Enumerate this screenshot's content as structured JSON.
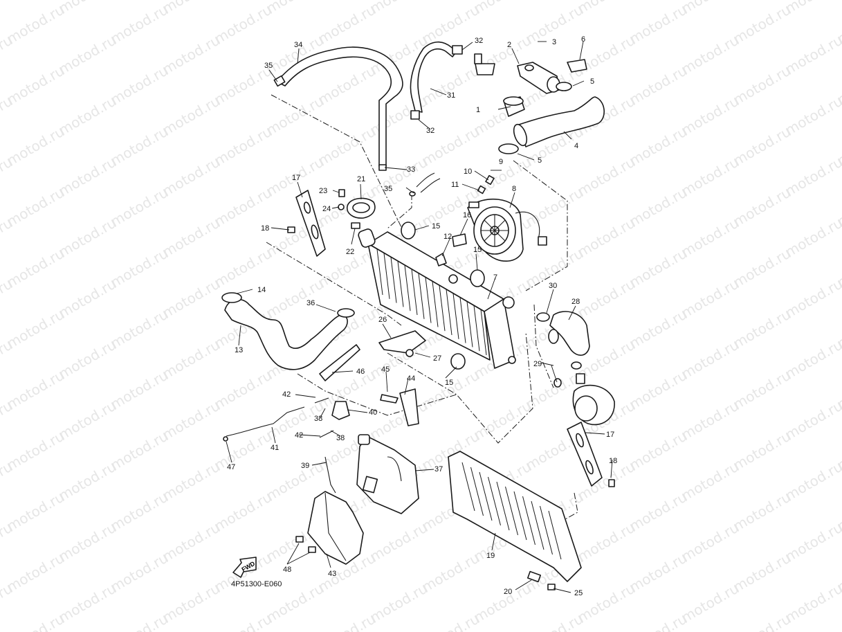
{
  "diagram": {
    "code": "4P51300-E060",
    "fwd_label": "FWD",
    "watermark": "motod.ru"
  },
  "callouts": [
    {
      "id": "p1",
      "label": "1"
    },
    {
      "id": "p2",
      "label": "2"
    },
    {
      "id": "p3",
      "label": "3"
    },
    {
      "id": "p4",
      "label": "4"
    },
    {
      "id": "p5a",
      "label": "5"
    },
    {
      "id": "p5b",
      "label": "5"
    },
    {
      "id": "p6",
      "label": "6"
    },
    {
      "id": "p7",
      "label": "7"
    },
    {
      "id": "p8",
      "label": "8"
    },
    {
      "id": "p9",
      "label": "9"
    },
    {
      "id": "p10",
      "label": "10"
    },
    {
      "id": "p11",
      "label": "11"
    },
    {
      "id": "p12",
      "label": "12"
    },
    {
      "id": "p13",
      "label": "13"
    },
    {
      "id": "p14",
      "label": "14"
    },
    {
      "id": "p15a",
      "label": "15"
    },
    {
      "id": "p15b",
      "label": "15"
    },
    {
      "id": "p15c",
      "label": "15"
    },
    {
      "id": "p16",
      "label": "16"
    },
    {
      "id": "p17a",
      "label": "17"
    },
    {
      "id": "p17b",
      "label": "17"
    },
    {
      "id": "p18a",
      "label": "18"
    },
    {
      "id": "p18b",
      "label": "18"
    },
    {
      "id": "p19",
      "label": "19"
    },
    {
      "id": "p20",
      "label": "20"
    },
    {
      "id": "p21",
      "label": "21"
    },
    {
      "id": "p22",
      "label": "22"
    },
    {
      "id": "p23",
      "label": "23"
    },
    {
      "id": "p24",
      "label": "24"
    },
    {
      "id": "p25",
      "label": "25"
    },
    {
      "id": "p26",
      "label": "26"
    },
    {
      "id": "p27",
      "label": "27"
    },
    {
      "id": "p28",
      "label": "28"
    },
    {
      "id": "p29",
      "label": "29"
    },
    {
      "id": "p30",
      "label": "30"
    },
    {
      "id": "p31",
      "label": "31"
    },
    {
      "id": "p32a",
      "label": "32"
    },
    {
      "id": "p32b",
      "label": "32"
    },
    {
      "id": "p33",
      "label": "33"
    },
    {
      "id": "p34",
      "label": "34"
    },
    {
      "id": "p35a",
      "label": "35"
    },
    {
      "id": "p35b",
      "label": "35"
    },
    {
      "id": "p36",
      "label": "36"
    },
    {
      "id": "p37",
      "label": "37"
    },
    {
      "id": "p38a",
      "label": "38"
    },
    {
      "id": "p38b",
      "label": "38"
    },
    {
      "id": "p39",
      "label": "39"
    },
    {
      "id": "p40",
      "label": "40"
    },
    {
      "id": "p41",
      "label": "41"
    },
    {
      "id": "p42a",
      "label": "42"
    },
    {
      "id": "p42b",
      "label": "42"
    },
    {
      "id": "p43",
      "label": "43"
    },
    {
      "id": "p44",
      "label": "44"
    },
    {
      "id": "p45",
      "label": "45"
    },
    {
      "id": "p46",
      "label": "46"
    },
    {
      "id": "p47",
      "label": "47"
    },
    {
      "id": "p48",
      "label": "48"
    }
  ]
}
